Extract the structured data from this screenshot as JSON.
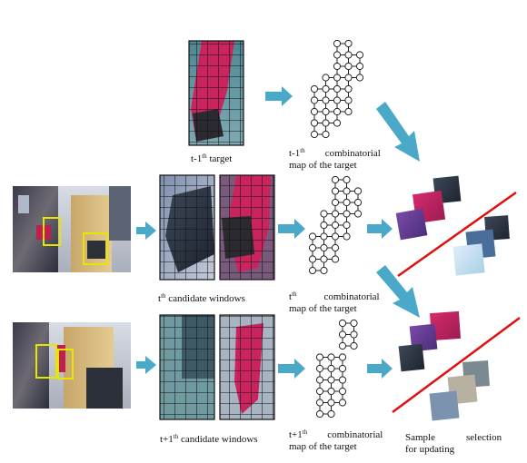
{
  "captions": {
    "prev_target": {
      "pre": "t-1",
      "sup": "th",
      "post": " target"
    },
    "prev_map": {
      "pre": "t-1",
      "sup": "th",
      "line1": "combinatorial",
      "line2": "map of the target"
    },
    "cur_windows": {
      "pre": "t",
      "sup": "th",
      "post": " candidate windows"
    },
    "cur_map": {
      "pre": "t",
      "sup": "th",
      "line1": "combinatorial",
      "line2": "map of the target"
    },
    "next_windows": {
      "pre": "t+1",
      "sup": "th",
      "post": " candidate windows"
    },
    "next_map": {
      "pre": "t+1",
      "sup": "th",
      "line1": "combinatorial",
      "line2": "map of the target"
    },
    "sample": {
      "line1a": "Sample",
      "line1b": "selection",
      "line2": "for updating"
    }
  },
  "colors": {
    "arrow": "#4aa8c8",
    "red_line": "#e01010",
    "grid": "#222222",
    "highlight_box": "#e6e600",
    "target": "#c42a5c"
  }
}
